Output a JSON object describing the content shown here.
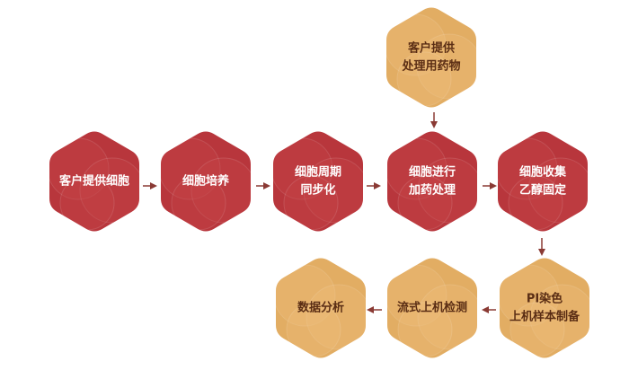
{
  "colors": {
    "red_hex": "#b8363c",
    "red_shade": "#c74449",
    "gold_hex": "#e2ad63",
    "gold_shade": "#edbe7a",
    "arrow": "#8a3a34",
    "dark_text": "#5a2d14"
  },
  "nodes": {
    "n1": {
      "lines": [
        "客户提供细胞"
      ]
    },
    "n2": {
      "lines": [
        "细胞培养"
      ]
    },
    "n3": {
      "lines": [
        "细胞周期",
        "同步化"
      ]
    },
    "n4": {
      "lines": [
        "细胞进行",
        "加药处理"
      ]
    },
    "n5": {
      "lines": [
        "细胞收集",
        "乙醇固定"
      ]
    },
    "n6": {
      "lines": [
        "客户提供",
        "处理用药物"
      ]
    },
    "n7": {
      "lines": [
        "PI染色",
        "上机样本制备"
      ]
    },
    "n8": {
      "lines": [
        "流式上机检测"
      ]
    },
    "n9": {
      "lines": [
        "数据分析"
      ]
    }
  }
}
